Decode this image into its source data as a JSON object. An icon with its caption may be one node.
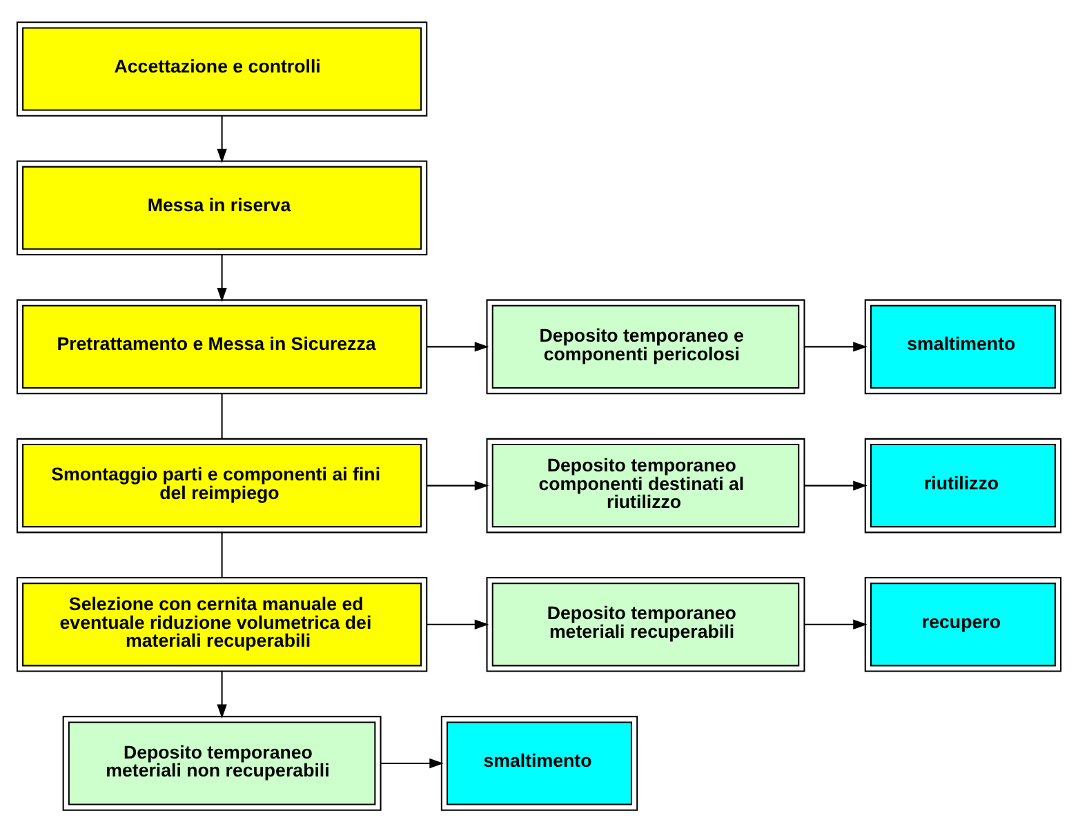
{
  "diagram": {
    "nodes": [
      {
        "text": [
          "Accettazione e controlli"
        ]
      },
      {
        "text": [
          "Messa in riserva"
        ]
      },
      {
        "text": [
          "Pretrattamento e Messa in Sicurezza"
        ]
      },
      {
        "text": [
          "Smontaggio parti e componenti ai fini del reimpiego"
        ]
      },
      {
        "text": [
          "Selezione con cernita manuale ed eventuale riduzione volumetrica dei materiali recuperabili"
        ]
      },
      {
        "text": [
          "Deposito temporaneo e componenti pericolosi"
        ]
      },
      {
        "text": [
          "smaltimento"
        ]
      },
      {
        "text": [
          "Deposito temporaneo componenti destinati al riutilizzo"
        ]
      },
      {
        "text": [
          "riutilizzo"
        ]
      },
      {
        "text": [
          "Deposito temporaneo meteriali recuperabili"
        ]
      },
      {
        "text": [
          "recupero"
        ]
      },
      {
        "text": [
          "Deposito temporaneo meteriali non recuperabili"
        ]
      },
      {
        "text": [
          "smaltimento"
        ]
      }
    ],
    "edges": [
      {
        "from": 0,
        "to": 1,
        "arrow": "to"
      },
      {
        "from": 1,
        "to": 2,
        "arrow": "to"
      },
      {
        "from": 2,
        "to": 5,
        "arrow": "to"
      },
      {
        "from": 5,
        "to": 6,
        "arrow": "to"
      },
      {
        "from": 2,
        "to": 3,
        "arrow": "none"
      },
      {
        "from": 3,
        "to": 7,
        "arrow": "to"
      },
      {
        "from": 7,
        "to": 8,
        "arrow": "to"
      },
      {
        "from": 3,
        "to": 4,
        "arrow": "none"
      },
      {
        "from": 4,
        "to": 9,
        "arrow": "to"
      },
      {
        "from": 9,
        "to": 10,
        "arrow": "to"
      },
      {
        "from": 4,
        "to": 11,
        "arrow": "to"
      },
      {
        "from": 11,
        "to": 12,
        "arrow": "to"
      }
    ]
  }
}
